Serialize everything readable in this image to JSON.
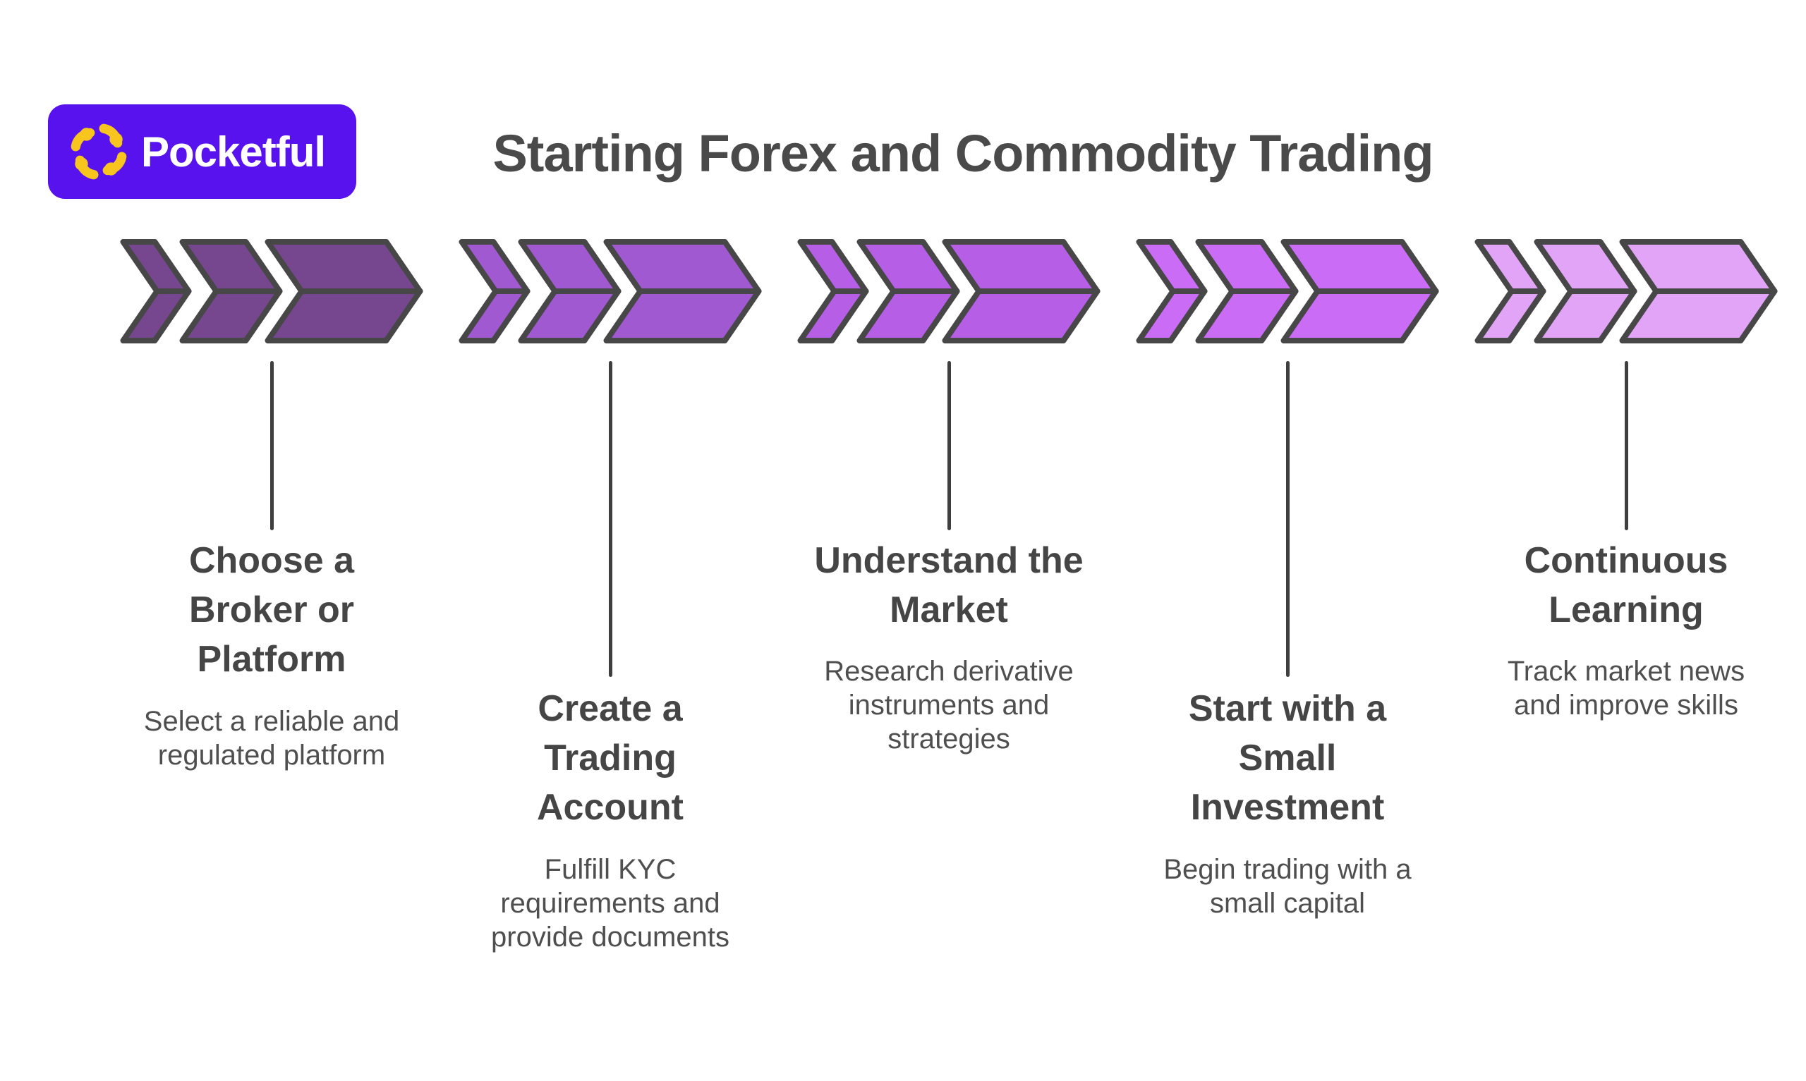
{
  "logo": {
    "brand_name": "Pocketful",
    "background_color": "#5712ee",
    "icon": "flower-burst-icon",
    "icon_color": "#f7c51d",
    "text_color": "#ffffff"
  },
  "title": "Starting Forex and Commodity Trading",
  "theme": {
    "background": "#ffffff",
    "title_color": "#4a4a4a",
    "heading_color": "#454545",
    "description_color": "#4f4f4f",
    "outline_color": "#474747",
    "connector_color": "#3f3f3f"
  },
  "steps": [
    {
      "title": "Choose a\nBroker or\nPlatform",
      "description": "Select a reliable and\nregulated platform",
      "arrow_color": "#76478f",
      "label_row": "upper"
    },
    {
      "title": "Create a\nTrading\nAccount",
      "description": "Fulfill KYC\nrequirements and\nprovide documents",
      "arrow_color": "#a159d1",
      "label_row": "lower"
    },
    {
      "title": "Understand the\nMarket",
      "description": "Research derivative\ninstruments and\nstrategies",
      "arrow_color": "#b75ee6",
      "label_row": "upper"
    },
    {
      "title": "Start with a\nSmall\nInvestment",
      "description": "Begin trading with a\nsmall capital",
      "arrow_color": "#cb6cf7",
      "label_row": "lower"
    },
    {
      "title": "Continuous\nLearning",
      "description": "Track market news\nand improve skills",
      "arrow_color": "#e1a4f7",
      "label_row": "upper"
    }
  ]
}
